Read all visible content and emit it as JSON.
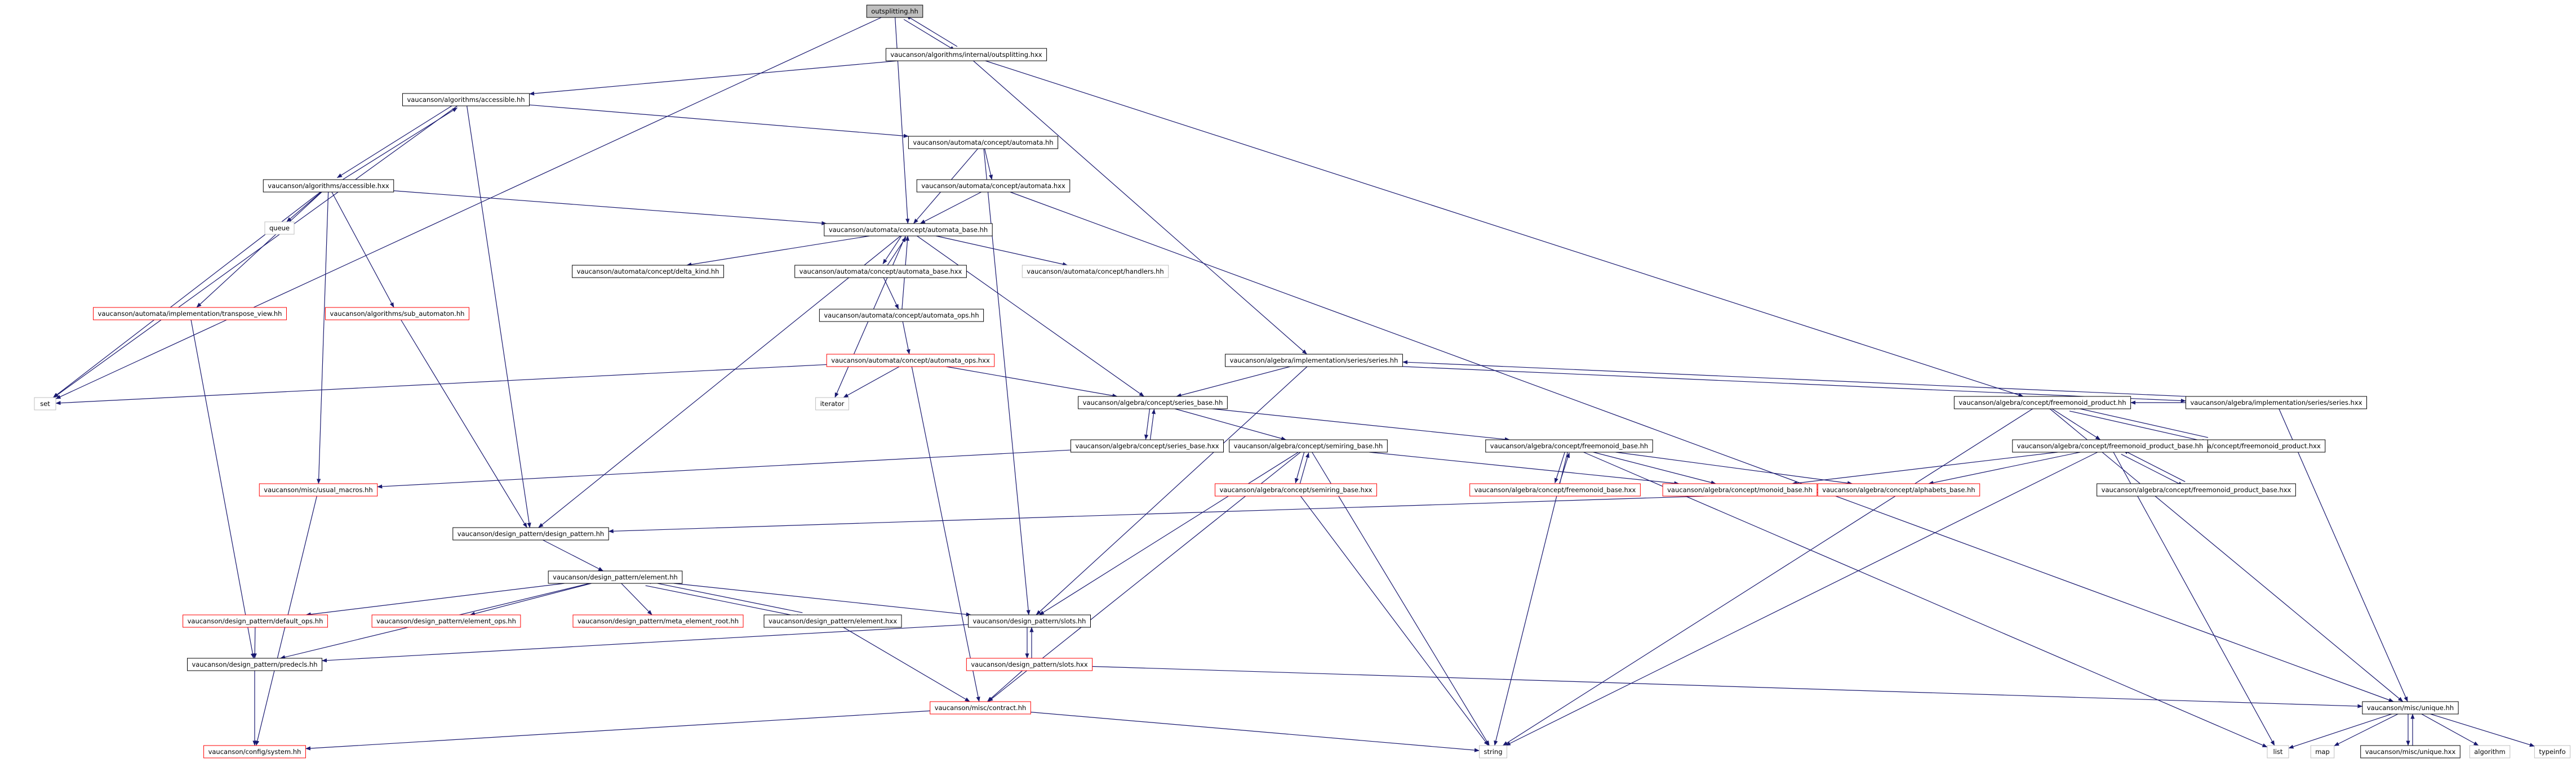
{
  "colors": {
    "edge": "#191970",
    "box_black": "#000000",
    "box_red": "#ff0000",
    "box_gray": "#bfbfbf",
    "root_fill": "#bfbfbf",
    "fill": "#ffffff"
  },
  "nodes": [
    {
      "id": "root",
      "label": "outsplitting.hh",
      "style": "root"
    },
    {
      "id": "out_hxx",
      "label": "vaucanson/algorithms/internal/outsplitting.hxx",
      "style": "black"
    },
    {
      "id": "acc_hh",
      "label": "vaucanson/algorithms/accessible.hh",
      "style": "black"
    },
    {
      "id": "acc_hxx",
      "label": "vaucanson/algorithms/accessible.hxx",
      "style": "black"
    },
    {
      "id": "queue",
      "label": "queue",
      "style": "gray"
    },
    {
      "id": "transpose",
      "label": "vaucanson/automata/implementation/transpose_view.hh",
      "style": "red"
    },
    {
      "id": "sub_aut",
      "label": "vaucanson/algorithms/sub_automaton.hh",
      "style": "red"
    },
    {
      "id": "set",
      "label": "set",
      "style": "gray"
    },
    {
      "id": "automata_hh",
      "label": "vaucanson/automata/concept/automata.hh",
      "style": "black"
    },
    {
      "id": "automata_hxx",
      "label": "vaucanson/automata/concept/automata.hxx",
      "style": "black"
    },
    {
      "id": "automata_base_hh",
      "label": "vaucanson/automata/concept/automata_base.hh",
      "style": "black"
    },
    {
      "id": "delta_kind",
      "label": "vaucanson/automata/concept/delta_kind.hh",
      "style": "black"
    },
    {
      "id": "automata_base_hxx",
      "label": "vaucanson/automata/concept/automata_base.hxx",
      "style": "black"
    },
    {
      "id": "handlers",
      "label": "vaucanson/automata/concept/handlers.hh",
      "style": "gray"
    },
    {
      "id": "automata_ops_hh",
      "label": "vaucanson/automata/concept/automata_ops.hh",
      "style": "black"
    },
    {
      "id": "automata_ops_hxx",
      "label": "vaucanson/automata/concept/automata_ops.hxx",
      "style": "red"
    },
    {
      "id": "iterator",
      "label": "iterator",
      "style": "gray"
    },
    {
      "id": "series_impl_hh",
      "label": "vaucanson/algebra/implementation/series/series.hh",
      "style": "black"
    },
    {
      "id": "series_base_hh",
      "label": "vaucanson/algebra/concept/series_base.hh",
      "style": "black"
    },
    {
      "id": "series_base_hxx",
      "label": "vaucanson/algebra/concept/series_base.hxx",
      "style": "black"
    },
    {
      "id": "usual_macros",
      "label": "vaucanson/misc/usual_macros.hh",
      "style": "red"
    },
    {
      "id": "semiring_base_hh",
      "label": "vaucanson/algebra/concept/semiring_base.hh",
      "style": "black"
    },
    {
      "id": "semiring_base_hxx",
      "label": "vaucanson/algebra/concept/semiring_base.hxx",
      "style": "red"
    },
    {
      "id": "freemonoid_base_hh",
      "label": "vaucanson/algebra/concept/freemonoid_base.hh",
      "style": "black"
    },
    {
      "id": "freemonoid_base_hxx",
      "label": "vaucanson/algebra/concept/freemonoid_base.hxx",
      "style": "red"
    },
    {
      "id": "monoid_base",
      "label": "vaucanson/algebra/concept/monoid_base.hh",
      "style": "red"
    },
    {
      "id": "alphabets_base",
      "label": "vaucanson/algebra/concept/alphabets_base.hh",
      "style": "red"
    },
    {
      "id": "fmp_hh",
      "label": "vaucanson/algebra/concept/freemonoid_product.hh",
      "style": "black"
    },
    {
      "id": "series_impl_hxx",
      "label": "vaucanson/algebra/implementation/series/series.hxx",
      "style": "black"
    },
    {
      "id": "fmp_hxx",
      "label": "vaucanson/algebra/concept/freemonoid_product.hxx",
      "style": "black"
    },
    {
      "id": "fmp_base_hh",
      "label": "vaucanson/algebra/concept/freemonoid_product_base.hh",
      "style": "black"
    },
    {
      "id": "fmp_base_hxx",
      "label": "vaucanson/algebra/concept/freemonoid_product_base.hxx",
      "style": "black"
    },
    {
      "id": "design_pattern",
      "label": "vaucanson/design_pattern/design_pattern.hh",
      "style": "black"
    },
    {
      "id": "element_hh",
      "label": "vaucanson/design_pattern/element.hh",
      "style": "black"
    },
    {
      "id": "default_ops",
      "label": "vaucanson/design_pattern/default_ops.hh",
      "style": "red"
    },
    {
      "id": "element_ops",
      "label": "vaucanson/design_pattern/element_ops.hh",
      "style": "red"
    },
    {
      "id": "meta_element",
      "label": "vaucanson/design_pattern/meta_element_root.hh",
      "style": "red"
    },
    {
      "id": "element_hxx",
      "label": "vaucanson/design_pattern/element.hxx",
      "style": "black"
    },
    {
      "id": "slots_hh",
      "label": "vaucanson/design_pattern/slots.hh",
      "style": "black"
    },
    {
      "id": "slots_hxx",
      "label": "vaucanson/design_pattern/slots.hxx",
      "style": "red"
    },
    {
      "id": "predecls",
      "label": "vaucanson/design_pattern/predecls.hh",
      "style": "black"
    },
    {
      "id": "contract",
      "label": "vaucanson/misc/contract.hh",
      "style": "red"
    },
    {
      "id": "system",
      "label": "vaucanson/config/system.hh",
      "style": "red"
    },
    {
      "id": "string",
      "label": "string",
      "style": "gray"
    },
    {
      "id": "unique_hh",
      "label": "vaucanson/misc/unique.hh",
      "style": "black"
    },
    {
      "id": "list",
      "label": "list",
      "style": "gray"
    },
    {
      "id": "map",
      "label": "map",
      "style": "gray"
    },
    {
      "id": "unique_hxx",
      "label": "vaucanson/misc/unique.hxx",
      "style": "black"
    },
    {
      "id": "algorithm",
      "label": "algorithm",
      "style": "gray"
    },
    {
      "id": "typeinfo",
      "label": "typeinfo",
      "style": "gray"
    }
  ],
  "edges": [
    [
      "root",
      "out_hxx"
    ],
    [
      "out_hxx",
      "root"
    ],
    [
      "root",
      "set"
    ],
    [
      "root",
      "automata_base_hh"
    ],
    [
      "out_hxx",
      "acc_hh"
    ],
    [
      "out_hxx",
      "series_impl_hh"
    ],
    [
      "out_hxx",
      "fmp_hh"
    ],
    [
      "acc_hh",
      "acc_hxx"
    ],
    [
      "acc_hxx",
      "acc_hh"
    ],
    [
      "acc_hh",
      "set"
    ],
    [
      "acc_hh",
      "automata_hh"
    ],
    [
      "acc_hh",
      "design_pattern"
    ],
    [
      "acc_hxx",
      "queue"
    ],
    [
      "acc_hxx",
      "set"
    ],
    [
      "acc_hxx",
      "transpose"
    ],
    [
      "acc_hxx",
      "sub_aut"
    ],
    [
      "acc_hxx",
      "usual_macros"
    ],
    [
      "acc_hxx",
      "automata_base_hh"
    ],
    [
      "transpose",
      "predecls"
    ],
    [
      "sub_aut",
      "design_pattern"
    ],
    [
      "automata_hh",
      "automata_hxx"
    ],
    [
      "automata_hh",
      "automata_base_hh"
    ],
    [
      "automata_hh",
      "slots_hh"
    ],
    [
      "automata_hxx",
      "automata_base_hh"
    ],
    [
      "automata_hxx",
      "unique_hh"
    ],
    [
      "automata_base_hh",
      "delta_kind"
    ],
    [
      "automata_base_hh",
      "automata_base_hxx"
    ],
    [
      "automata_base_hxx",
      "automata_base_hh"
    ],
    [
      "automata_base_hh",
      "handlers"
    ],
    [
      "automata_base_hh",
      "iterator"
    ],
    [
      "automata_base_hh",
      "series_base_hh"
    ],
    [
      "automata_base_hh",
      "design_pattern"
    ],
    [
      "automata_base_hxx",
      "automata_ops_hh"
    ],
    [
      "automata_ops_hh",
      "automata_base_hh"
    ],
    [
      "automata_ops_hh",
      "automata_ops_hxx"
    ],
    [
      "automata_ops_hxx",
      "set"
    ],
    [
      "automata_ops_hxx",
      "iterator"
    ],
    [
      "automata_ops_hxx",
      "series_base_hh"
    ],
    [
      "automata_ops_hxx",
      "contract"
    ],
    [
      "series_impl_hh",
      "series_base_hh"
    ],
    [
      "series_impl_hh",
      "series_impl_hxx"
    ],
    [
      "series_impl_hxx",
      "series_impl_hh"
    ],
    [
      "series_impl_hh",
      "slots_hh"
    ],
    [
      "series_impl_hxx",
      "unique_hh"
    ],
    [
      "series_impl_hxx",
      "fmp_hh"
    ],
    [
      "series_base_hh",
      "series_base_hxx"
    ],
    [
      "series_base_hxx",
      "series_base_hh"
    ],
    [
      "series_base_hh",
      "semiring_base_hh"
    ],
    [
      "series_base_hh",
      "freemonoid_base_hh"
    ],
    [
      "series_base_hxx",
      "usual_macros"
    ],
    [
      "semiring_base_hh",
      "semiring_base_hxx"
    ],
    [
      "semiring_base_hxx",
      "semiring_base_hh"
    ],
    [
      "semiring_base_hh",
      "monoid_base"
    ],
    [
      "semiring_base_hh",
      "slots_hh"
    ],
    [
      "semiring_base_hh",
      "string"
    ],
    [
      "semiring_base_hh",
      "contract"
    ],
    [
      "semiring_base_hxx",
      "string"
    ],
    [
      "freemonoid_base_hh",
      "freemonoid_base_hxx"
    ],
    [
      "freemonoid_base_hxx",
      "freemonoid_base_hh"
    ],
    [
      "freemonoid_base_hh",
      "monoid_base"
    ],
    [
      "freemonoid_base_hh",
      "alphabets_base"
    ],
    [
      "freemonoid_base_hh",
      "string"
    ],
    [
      "freemonoid_base_hh",
      "list"
    ],
    [
      "fmp_hh",
      "fmp_hxx"
    ],
    [
      "fmp_hxx",
      "fmp_hh"
    ],
    [
      "fmp_hh",
      "fmp_base_hh"
    ],
    [
      "fmp_hh",
      "unique_hh"
    ],
    [
      "fmp_hh",
      "string"
    ],
    [
      "fmp_base_hh",
      "fmp_base_hxx"
    ],
    [
      "fmp_base_hxx",
      "fmp_base_hh"
    ],
    [
      "fmp_base_hh",
      "monoid_base"
    ],
    [
      "fmp_base_hh",
      "alphabets_base"
    ],
    [
      "fmp_base_hh",
      "string"
    ],
    [
      "fmp_base_hh",
      "list"
    ],
    [
      "alphabets_base",
      "design_pattern"
    ],
    [
      "design_pattern",
      "element_hh"
    ],
    [
      "element_hh",
      "default_ops"
    ],
    [
      "element_hh",
      "element_ops"
    ],
    [
      "element_hh",
      "meta_element"
    ],
    [
      "element_hh",
      "element_hxx"
    ],
    [
      "element_hxx",
      "element_hh"
    ],
    [
      "element_hh",
      "slots_hh"
    ],
    [
      "element_hh",
      "predecls"
    ],
    [
      "element_hxx",
      "contract"
    ],
    [
      "default_ops",
      "predecls"
    ],
    [
      "usual_macros",
      "system"
    ],
    [
      "slots_hh",
      "slots_hxx"
    ],
    [
      "slots_hxx",
      "slots_hh"
    ],
    [
      "slots_hh",
      "predecls"
    ],
    [
      "slots_hxx",
      "contract"
    ],
    [
      "slots_hxx",
      "unique_hh"
    ],
    [
      "predecls",
      "system"
    ],
    [
      "contract",
      "system"
    ],
    [
      "contract",
      "string"
    ],
    [
      "unique_hh",
      "list"
    ],
    [
      "unique_hh",
      "map"
    ],
    [
      "unique_hh",
      "unique_hxx"
    ],
    [
      "unique_hxx",
      "unique_hh"
    ],
    [
      "unique_hh",
      "algorithm"
    ],
    [
      "unique_hh",
      "typeinfo"
    ]
  ]
}
